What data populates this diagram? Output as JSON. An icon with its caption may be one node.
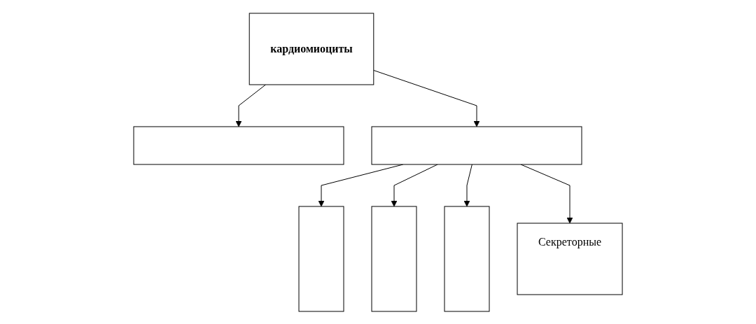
{
  "diagram": {
    "nodes": [
      {
        "text": [
          "кардиомиоциты"
        ]
      },
      {
        "text": [],
        "shape": "box"
      },
      {
        "text": [],
        "shape": "box"
      },
      {
        "text": [],
        "shape": "box"
      },
      {
        "text": [],
        "shape": "box"
      },
      {
        "text": [],
        "shape": "box"
      },
      {
        "text": [
          "Секреторные"
        ]
      }
    ],
    "edges": [
      {
        "from": 0,
        "to": 1,
        "arrow": "to"
      },
      {
        "from": 0,
        "to": 2,
        "arrow": "to"
      },
      {
        "from": 2,
        "to": 3,
        "arrow": "to"
      },
      {
        "from": 2,
        "to": 4,
        "arrow": "to"
      },
      {
        "from": 2,
        "to": 5,
        "arrow": "to"
      },
      {
        "from": 2,
        "to": 6,
        "arrow": "to"
      }
    ]
  }
}
